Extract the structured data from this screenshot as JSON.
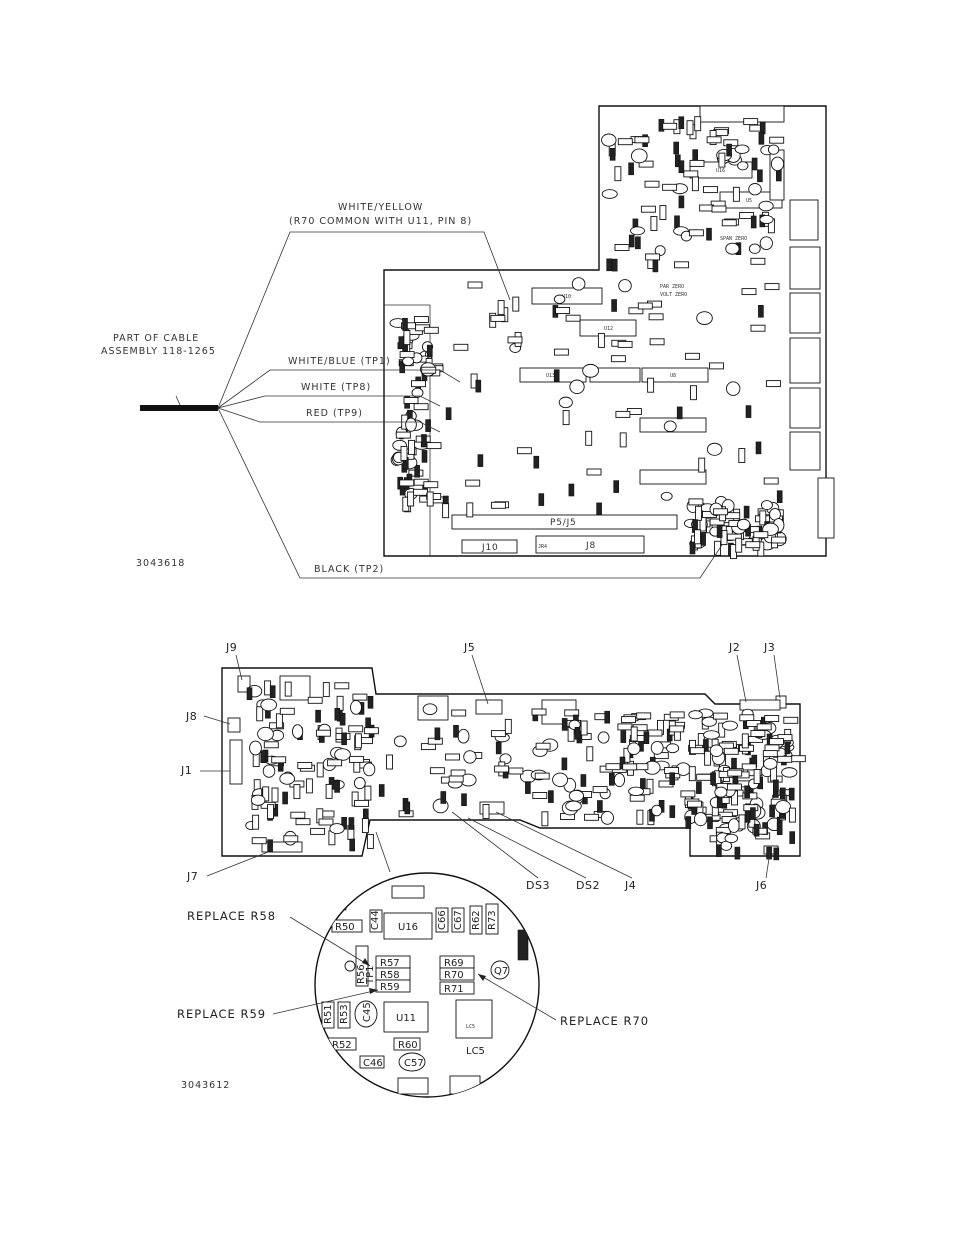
{
  "figure_top": {
    "drawing_number": "3043618",
    "cable": {
      "line1": "PART OF CABLE",
      "line2": "ASSEMBLY 118-1265"
    },
    "wires": [
      {
        "id": "wire-white-yellow",
        "line1": "WHITE/YELLOW",
        "line2": "(R70 COMMON WITH U11, PIN 8)"
      },
      {
        "id": "wire-white-blue",
        "line1": "WHITE/BLUE (TP1)"
      },
      {
        "id": "wire-white",
        "line1": "WHITE (TP8)"
      },
      {
        "id": "wire-red",
        "line1": "RED (TP9)"
      },
      {
        "id": "wire-black",
        "line1": "BLACK (TP2)"
      }
    ],
    "board_labels": {
      "p5j5": "P5/J5",
      "j10": "J10",
      "j8": "J8",
      "jr4": "JR4",
      "u10": "U10",
      "u12": "U12",
      "u13": "U13",
      "u7": "U7",
      "u5": "U5",
      "u16": "U16",
      "u8": "U8",
      "span_zero": "SPAN ZERO",
      "par_zero": "PAR ZERO",
      "volt_zero": "VOLT ZERO"
    }
  },
  "figure_bottom": {
    "drawing_number": "3043612",
    "connectors": [
      "J9",
      "J8",
      "J1",
      "J5",
      "J2",
      "J3",
      "J7",
      "DS3",
      "DS2",
      "J4",
      "J6"
    ],
    "callouts": [
      "REPLACE R58",
      "REPLACE R59",
      "REPLACE R70"
    ],
    "detail_labels": [
      "R50",
      "U16",
      "C44",
      "C66",
      "C67",
      "R62",
      "R73",
      "R57",
      "R58",
      "R59",
      "R69",
      "R70",
      "R71",
      "Q7",
      "TP1",
      "R56",
      "R51",
      "R53",
      "C45",
      "U11",
      "LC5",
      "R52",
      "R60",
      "C46",
      "C57"
    ]
  }
}
